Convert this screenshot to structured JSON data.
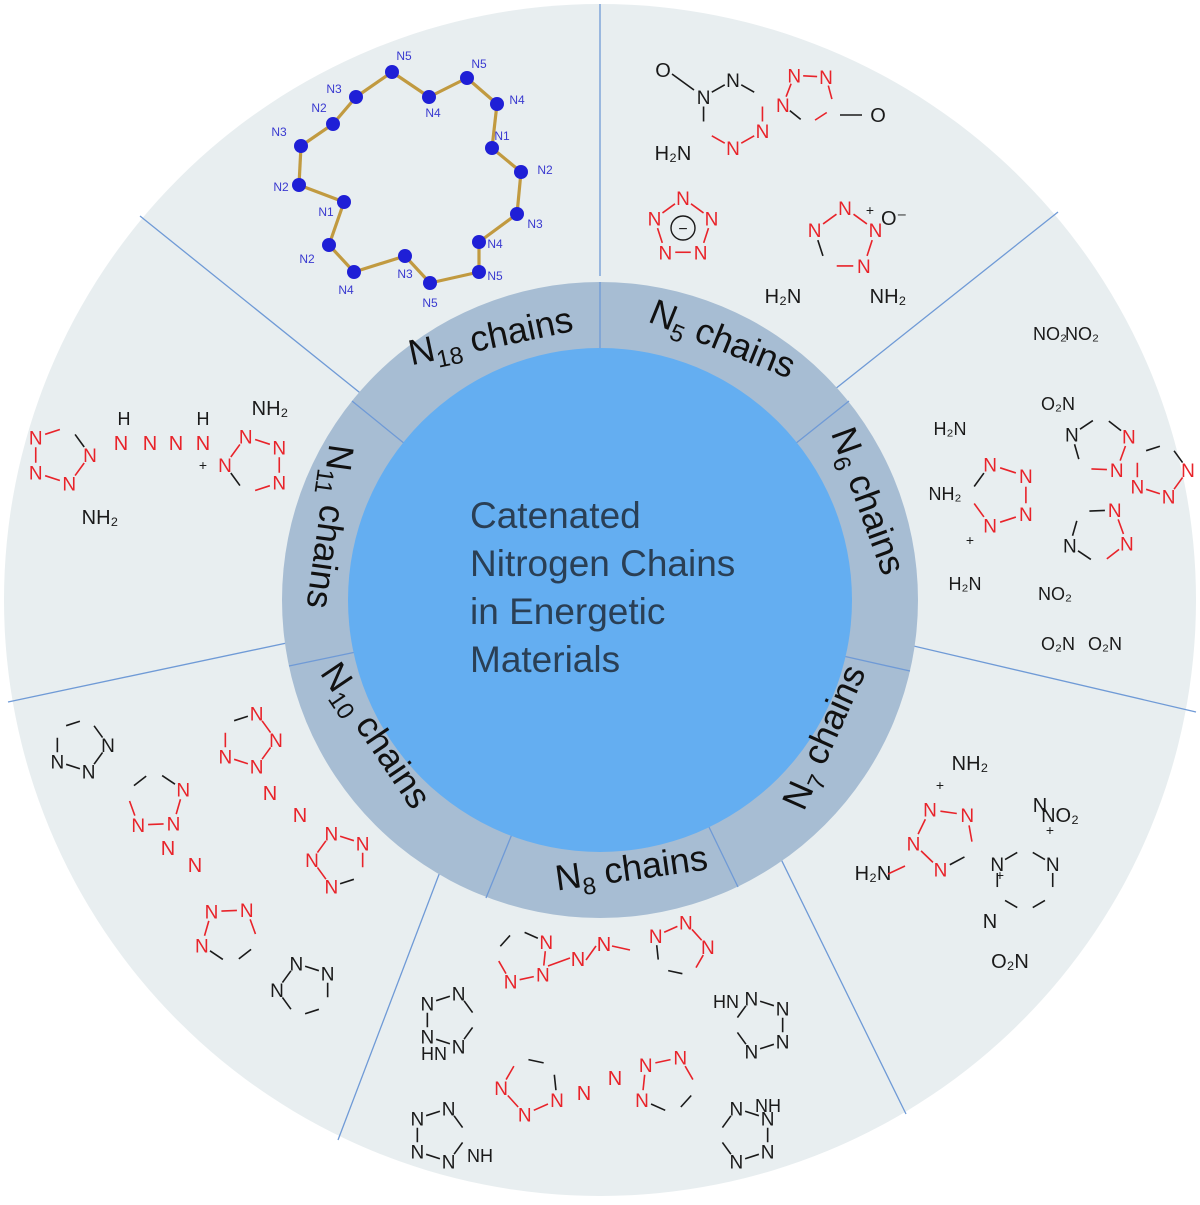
{
  "title_lines": [
    "Catenated",
    "Nitrogen Chains",
    "in Energetic",
    "Materials"
  ],
  "ring_labels": {
    "n18": {
      "base": "N",
      "sub": "18",
      "suffix": " chains"
    },
    "n5": {
      "base": "N",
      "sub": "5",
      "suffix": " chains"
    },
    "n6": {
      "base": "N",
      "sub": "6",
      "suffix": " chains"
    },
    "n7": {
      "base": "N",
      "sub": "7",
      "suffix": " chains"
    },
    "n8": {
      "base": "N",
      "sub": "8",
      "suffix": " chains"
    },
    "n10": {
      "base": "N",
      "sub": "10",
      "suffix": " chains"
    },
    "n11": {
      "base": "N",
      "sub": "11",
      "suffix": " chains"
    }
  },
  "n18_atom_labels": [
    "N5",
    "N5",
    "N3",
    "N4",
    "N4",
    "N2",
    "N3",
    "N1",
    "N2",
    "N2",
    "N1",
    "N3",
    "N2",
    "N4",
    "N3",
    "N4",
    "N5",
    "N5"
  ],
  "chem_text": {
    "o": "O",
    "o_minus": "O⁻",
    "n": "N",
    "h": "H",
    "plus": "+",
    "minus": "−",
    "nh2": "NH₂",
    "h2n": "H₂N",
    "no2": "NO₂",
    "o2n": "O₂N",
    "hn": "HN",
    "nh": "NH",
    "anion": "⊖"
  },
  "colors": {
    "outer_fill": "#e8eef0",
    "ring_fill": "#a7bdd3",
    "center_fill": "#64aef1",
    "divider": "#6f9ad6",
    "nitrogen_red": "#e8232a",
    "bond_black": "#1a1a1a",
    "atom_blue": "#1f1fd6",
    "bond_gold": "#c19a40",
    "label_blue": "#3a3ad0",
    "title_text": "#2a3f55"
  }
}
